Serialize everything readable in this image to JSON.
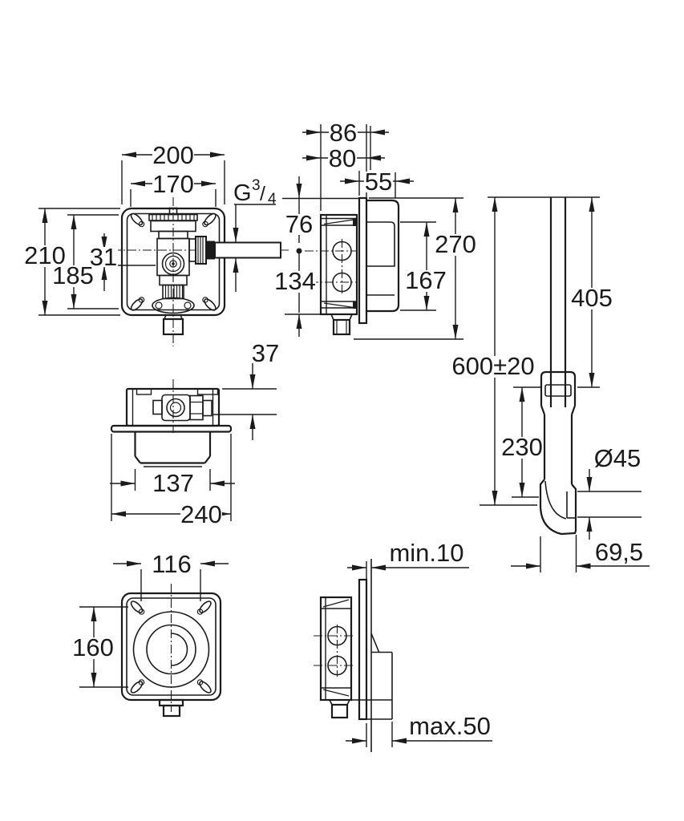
{
  "drawing": {
    "front_view": {
      "overall_width": "200",
      "hole_spacing_width": "170",
      "overall_height": "210",
      "hole_spacing_height": "185",
      "valve_offset": "31",
      "thread": {
        "letter": "G",
        "numerator": "3",
        "slash": "/",
        "denominator": "4"
      }
    },
    "side_view": {
      "depth_to_wall": "86",
      "depth_to_flange": "80",
      "depth_behind_wall": "55",
      "inlet_hole_depth": "76",
      "outlet_hole_depth": "134",
      "overall_height": "270",
      "cover_height": "167"
    },
    "flush_pipe": {
      "pipe_length": "405",
      "installation_height": "600±20",
      "lower_section": "230",
      "outlet_diameter": "Ø45",
      "outlet_projection": "69,5"
    },
    "top_view": {
      "valve_height": "37",
      "recess_width": "137",
      "flange_width": "240"
    },
    "rear_view": {
      "hole_spacing_width": "116",
      "hole_spacing_height": "160"
    },
    "installed_view": {
      "wall_min": "min.10",
      "wall_max": "max.50"
    }
  }
}
